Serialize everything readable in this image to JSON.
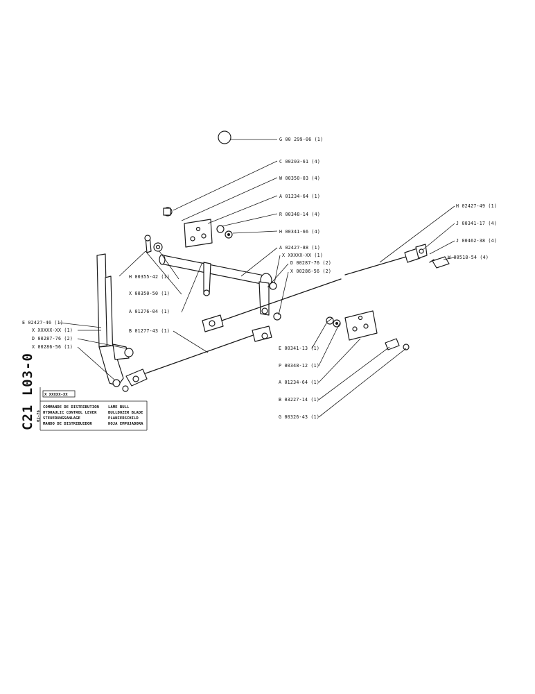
{
  "page": {
    "vertical_code": "C21 L03-0",
    "side_text": "02-76"
  },
  "title_block": {
    "ref_box": "X XXXXX-XX",
    "rows": [
      {
        "left": "COMMANDE DE DISTRIBUTION",
        "right": "LAME BULL"
      },
      {
        "left": "HYDRAULIC CONTROL LEVER",
        "right": "BULLDOZER BLADE"
      },
      {
        "left": "STEUERUNGSANLAGE",
        "right": "PLANIERSCHILD"
      },
      {
        "left": "MANDO DE DISTRIBUIDOR",
        "right": "HOJA EMPUJADORA"
      }
    ]
  },
  "parts": [
    "G 00 299-06 (1)",
    "C 00203-61 (4)",
    "W 00350-03 (4)",
    "A 01234-64 (1)",
    "R 00348-14 (4)",
    "H 00341-66 (4)",
    "H 02427-49 (1)",
    "J 00341-17 (4)",
    "J 00462-38 (4)",
    "W 00518-54 (4)",
    "A 02427-88 (1)",
    "X XXXXX-XX (1)",
    "D 00287-76 (2)",
    "X 00286-56 (2)",
    "H 00355-42 (1)",
    "X 00350-50 (1)",
    "A 01276-04 (1)",
    "E 02427-46 (1)",
    "X XXXXX-XX (1)",
    "D 00287-76 (2)",
    "X 00286-56 (1)",
    "B 01277-43 (1)",
    "E 00341-13 (1)",
    "P 00348-12 (1)",
    "A 01234-64 (1)",
    "B 03227-14 (1)",
    "G 00326-43 (1)"
  ]
}
